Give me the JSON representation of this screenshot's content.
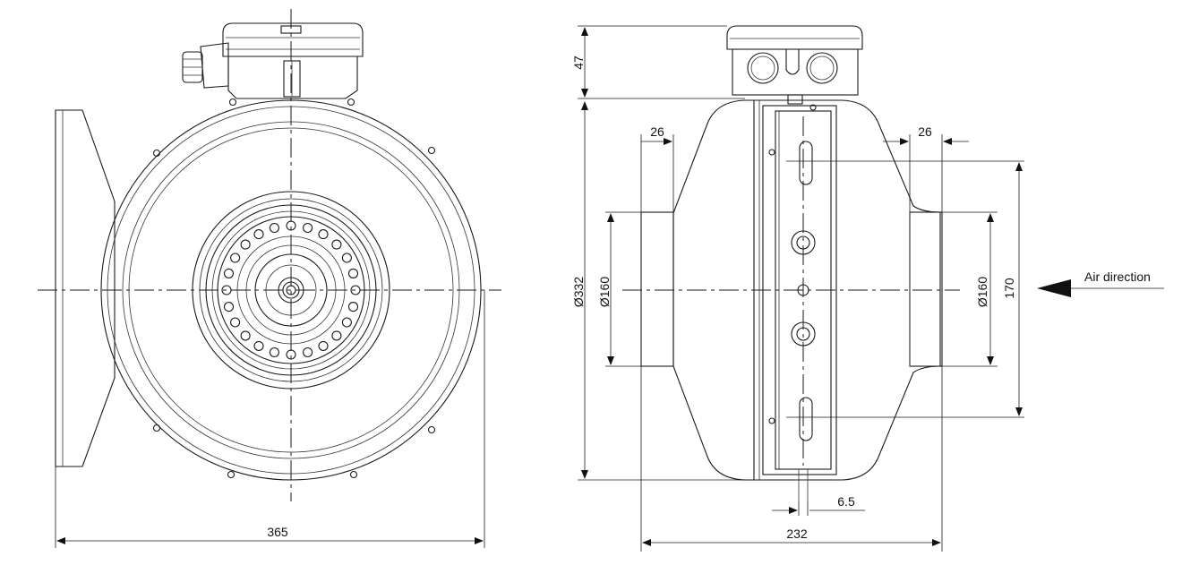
{
  "dimensions": {
    "total_width": "365",
    "height_box": "47",
    "spigot_left": "26",
    "spigot_right": "26",
    "dia_body": "Ø332",
    "dia_spigot_left": "Ø160",
    "dia_spigot_right": "Ø160",
    "bracket_height": "170",
    "slot": "6.5",
    "length": "232"
  },
  "annotations": {
    "air_direction": "Air direction"
  }
}
